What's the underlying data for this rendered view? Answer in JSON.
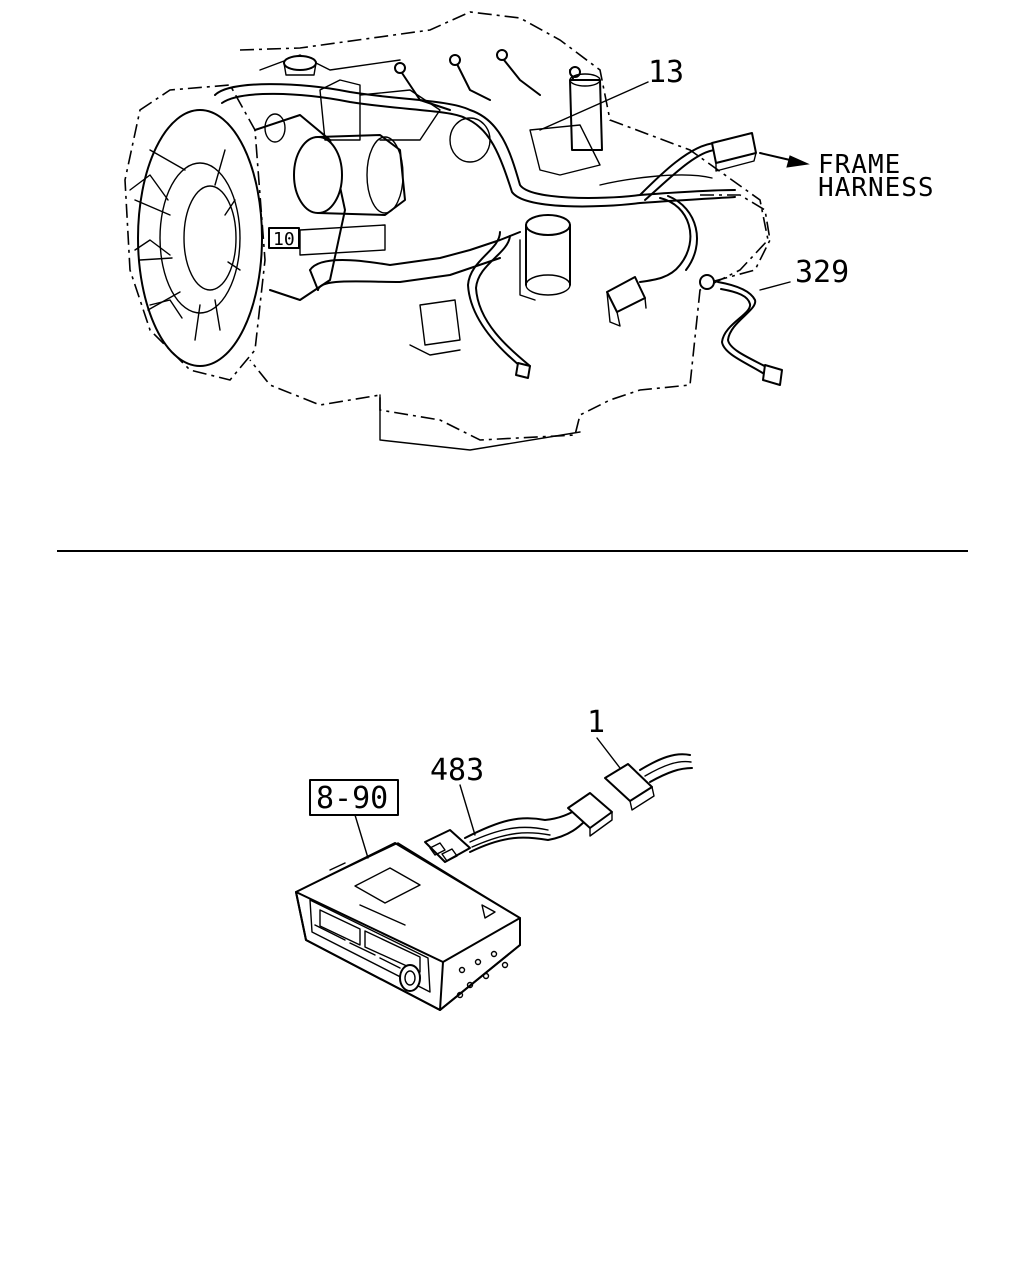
{
  "engine_view": {
    "callouts": {
      "harness": "13",
      "sub_label": "10",
      "ground_cable": "329"
    },
    "frame_note_line1": "FRAME",
    "frame_note_line2": "HARNESS"
  },
  "radio_view": {
    "callouts": {
      "connector": "1",
      "radio_harness": "483"
    },
    "reference_box": "8-90"
  }
}
